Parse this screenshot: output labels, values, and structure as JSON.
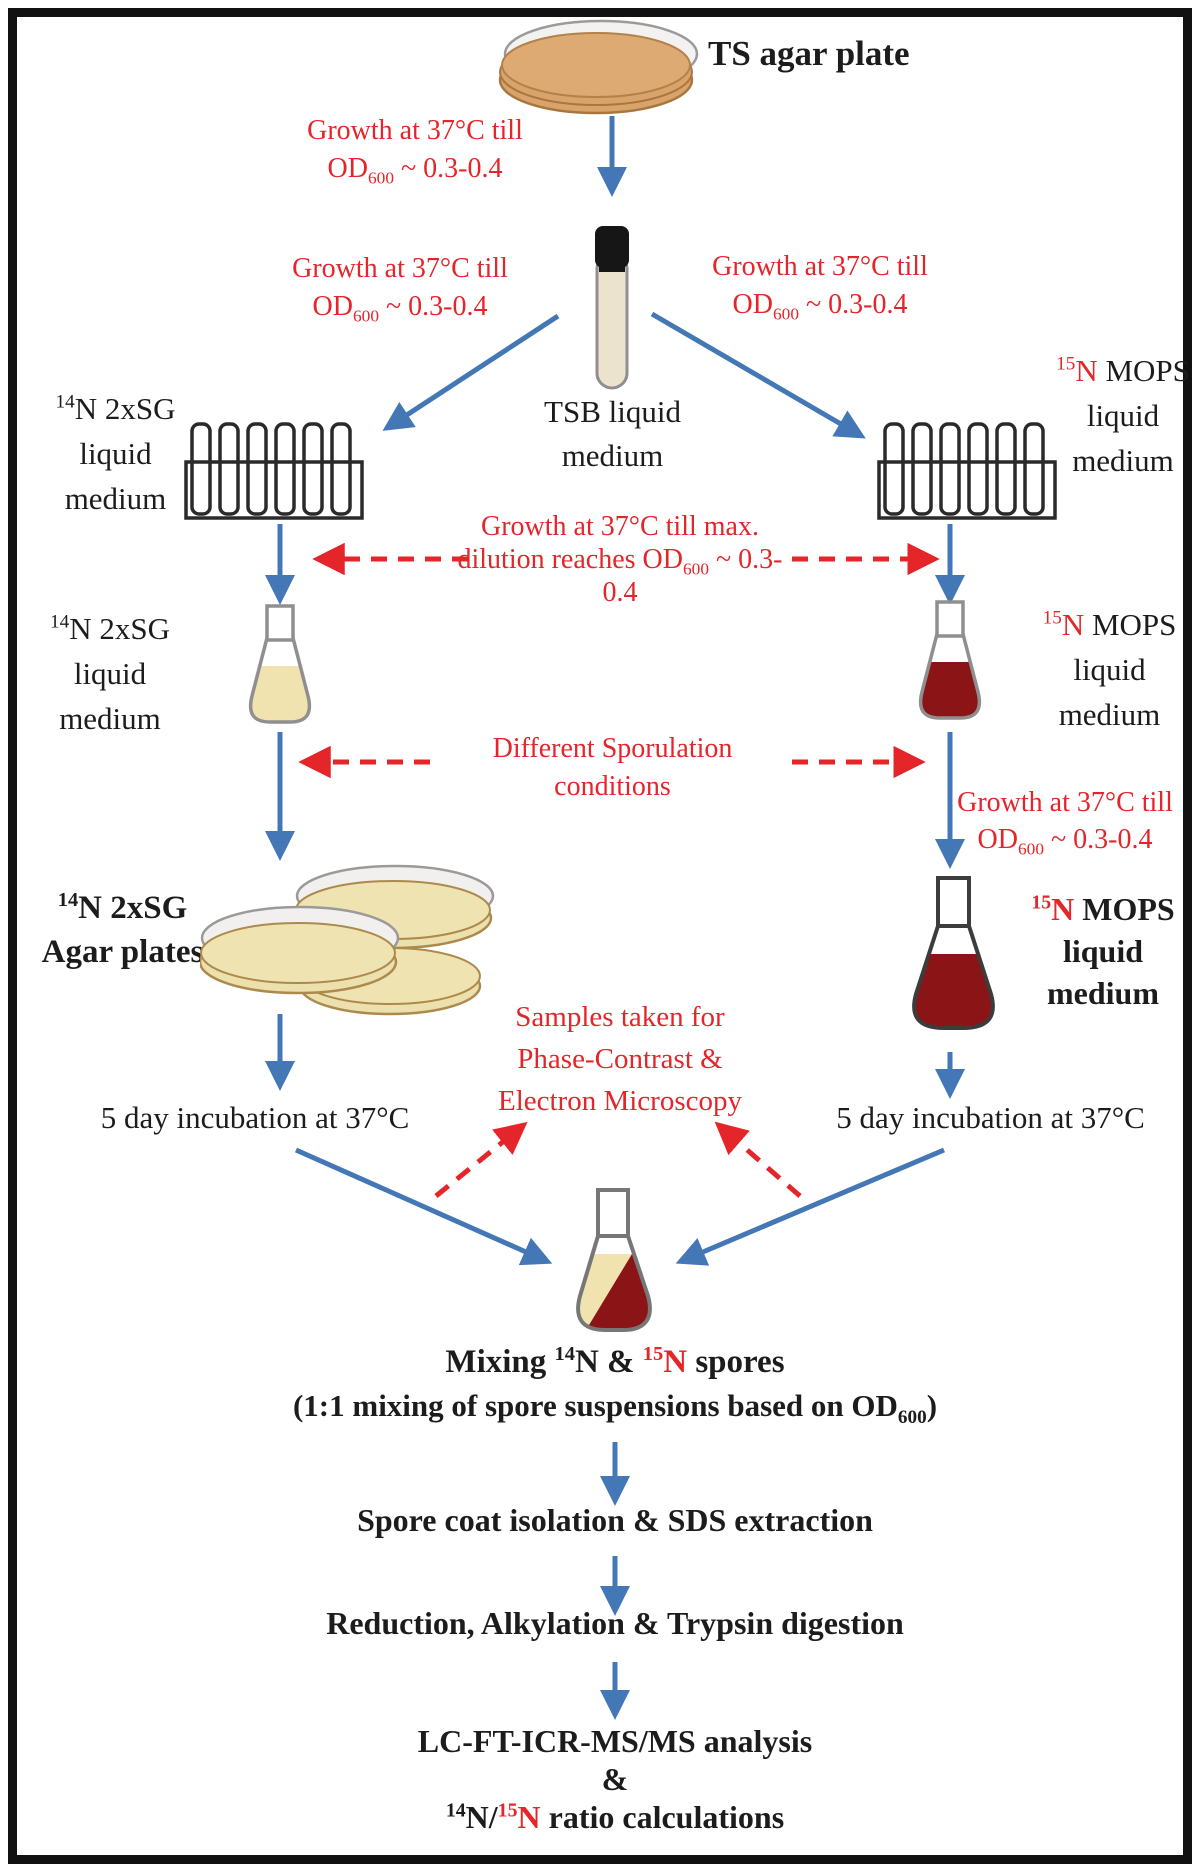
{
  "figure": {
    "type": "flowchart",
    "description": "Metabolic 14N/15N labelling spore proteomics workflow",
    "colors": {
      "arrow_blue": "#4377b6",
      "accent_red": "#e4252a",
      "dark_red_liquid": "#8b1417",
      "cream_liquid": "#f0e3b0",
      "tan_agar": "#d9a36c",
      "text_black": "#1c1c1c",
      "frame_black": "#111111"
    },
    "icons": {
      "petri_dish": "petri-dish-icon",
      "test_tube": "test-tube-icon",
      "tube_rack_left": "tube-rack-icon",
      "tube_rack_right": "tube-rack-icon",
      "flask_left": "erlenmeyer-flask-icon",
      "flask_right": "erlenmeyer-flask-icon",
      "agar_plate_stack": "agar-plates-stack-icon",
      "big_flask": "erlenmeyer-flask-icon",
      "mixing_flask": "mixing-flask-icon"
    },
    "nodes": {
      "plate_label": "TS agar plate",
      "tsb_label": "TSB liquid\nmedium",
      "left_rack_label": [
        {
          "t": "14",
          "sup": true
        },
        {
          "t": "N 2xSG"
        },
        {
          "br": true
        },
        {
          "t": "liquid"
        },
        {
          "br": true
        },
        {
          "t": "medium"
        }
      ],
      "right_rack_label": [
        {
          "t": "15",
          "sup": true,
          "red": true
        },
        {
          "t": "N",
          "red": true
        },
        {
          "t": " MOPS"
        },
        {
          "br": true
        },
        {
          "t": "liquid"
        },
        {
          "br": true
        },
        {
          "t": "medium"
        }
      ],
      "left_flask_label": [
        {
          "t": "14",
          "sup": true
        },
        {
          "t": "N 2xSG"
        },
        {
          "br": true
        },
        {
          "t": "liquid"
        },
        {
          "br": true
        },
        {
          "t": "medium"
        }
      ],
      "right_flask_label": [
        {
          "t": "15",
          "sup": true,
          "red": true
        },
        {
          "t": "N",
          "red": true
        },
        {
          "t": " MOPS"
        },
        {
          "br": true
        },
        {
          "t": "liquid"
        },
        {
          "br": true
        },
        {
          "t": "medium"
        }
      ],
      "agar_plates_label": [
        {
          "t": "14",
          "sup": true
        },
        {
          "t": "N 2xSG"
        },
        {
          "br": true
        },
        {
          "t": "Agar plates"
        }
      ],
      "big_flask_label": [
        {
          "t": "15",
          "sup": true,
          "red": true
        },
        {
          "t": "N",
          "red": true
        },
        {
          "t": " MOPS"
        },
        {
          "br": true
        },
        {
          "t": "liquid"
        },
        {
          "br": true
        },
        {
          "t": "medium"
        }
      ],
      "five_day_left": "5 day incubation at 37°C",
      "five_day_right": "5 day incubation at 37°C",
      "mixing_title": [
        {
          "t": "Mixing "
        },
        {
          "t": "14",
          "sup": true
        },
        {
          "t": "N & "
        },
        {
          "t": "15",
          "sup": true,
          "red": true
        },
        {
          "t": "N",
          "red": true
        },
        {
          "t": " spores"
        }
      ],
      "mixing_subtitle": [
        {
          "t": "(1:1 mixing of spore suspensions based on OD"
        },
        {
          "t": "600",
          "sub": true
        },
        {
          "t": ")"
        }
      ],
      "step_spore_coat": "Spore coat isolation & SDS extraction",
      "step_reduction": "Reduction, Alkylation & Trypsin digestion",
      "final_analysis": "LC-FT-ICR-MS/MS analysis",
      "final_amp": "&",
      "final_ratio": [
        {
          "t": "14",
          "sup": true
        },
        {
          "t": "N/"
        },
        {
          "t": "15",
          "sup": true,
          "red": true
        },
        {
          "t": "N",
          "red": true
        },
        {
          "t": " ratio calculations"
        }
      ]
    },
    "annotations": {
      "growth_top": [
        {
          "t": "Growth at 37°C till"
        },
        {
          "br": true
        },
        {
          "t": "OD"
        },
        {
          "t": "600",
          "sub": true
        },
        {
          "t": " ~ 0.3-0.4"
        }
      ],
      "growth_left": [
        {
          "t": "Growth at 37°C till"
        },
        {
          "br": true
        },
        {
          "t": "OD"
        },
        {
          "t": "600",
          "sub": true
        },
        {
          "t": " ~ 0.3-0.4"
        }
      ],
      "growth_right": [
        {
          "t": "Growth at 37°C till"
        },
        {
          "br": true
        },
        {
          "t": "OD"
        },
        {
          "t": "600",
          "sub": true
        },
        {
          "t": " ~ 0.3-0.4"
        }
      ],
      "max_dilution": [
        {
          "t": "Growth at 37°C till  max."
        },
        {
          "br": true
        },
        {
          "t": "dilution reaches OD"
        },
        {
          "t": "600",
          "sub": true
        },
        {
          "t": " ~ 0.3-"
        },
        {
          "br": true
        },
        {
          "t": "0.4"
        }
      ],
      "sporulation": "Different Sporulation\nconditions",
      "growth_right_lower": [
        {
          "t": "Growth at 37°C till"
        },
        {
          "br": true
        },
        {
          "t": "OD"
        },
        {
          "t": "600",
          "sub": true
        },
        {
          "t": " ~ 0.3-0.4"
        }
      ],
      "samples_microscopy": "Samples taken for\nPhase-Contrast &\nElectron Microscopy"
    }
  }
}
